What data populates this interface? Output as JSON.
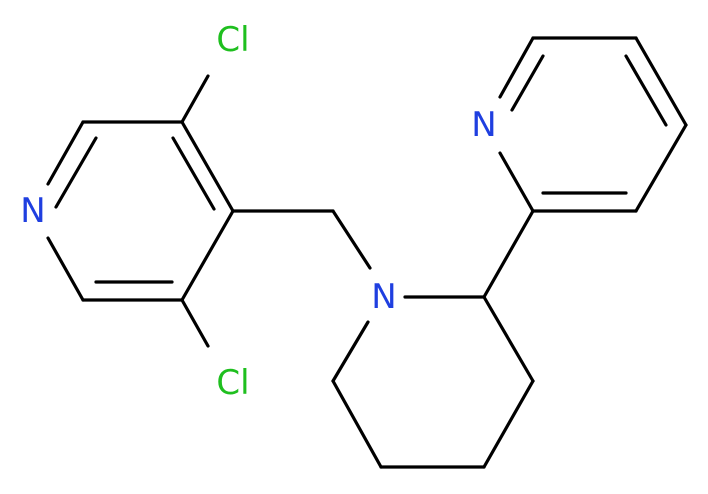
{
  "molecule": {
    "atoms": {
      "cl_top": {
        "label": "Cl",
        "color": "#1fbf1f"
      },
      "cl_bottom": {
        "label": "Cl",
        "color": "#1fbf1f"
      },
      "n_pyridine_left": {
        "label": "N",
        "color": "#1f3fe0"
      },
      "n_pyridine_right": {
        "label": "N",
        "color": "#1f3fe0"
      },
      "n_piperidine": {
        "label": "N",
        "color": "#1f3fe0"
      }
    },
    "bond_color": "#000000"
  }
}
